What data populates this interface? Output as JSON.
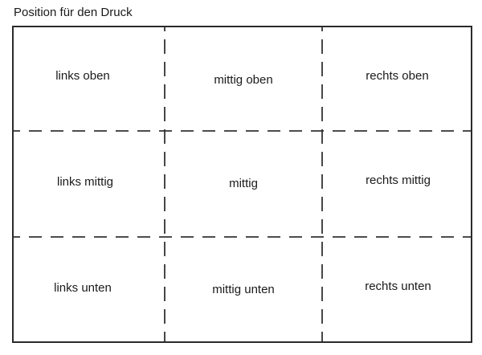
{
  "title": "Position für den Druck",
  "colors": {
    "line": "#2b2b2b",
    "text": "#1a1a1a",
    "background": "#ffffff"
  },
  "grid": {
    "rows": 3,
    "cols": 3,
    "cells": [
      {
        "label": "links oben"
      },
      {
        "label": "mittig oben"
      },
      {
        "label": "rechts oben"
      },
      {
        "label": "links mittig"
      },
      {
        "label": "mittig"
      },
      {
        "label": "rechts mittig"
      },
      {
        "label": "links unten"
      },
      {
        "label": "mittig unten"
      },
      {
        "label": "rechts unten"
      }
    ]
  }
}
